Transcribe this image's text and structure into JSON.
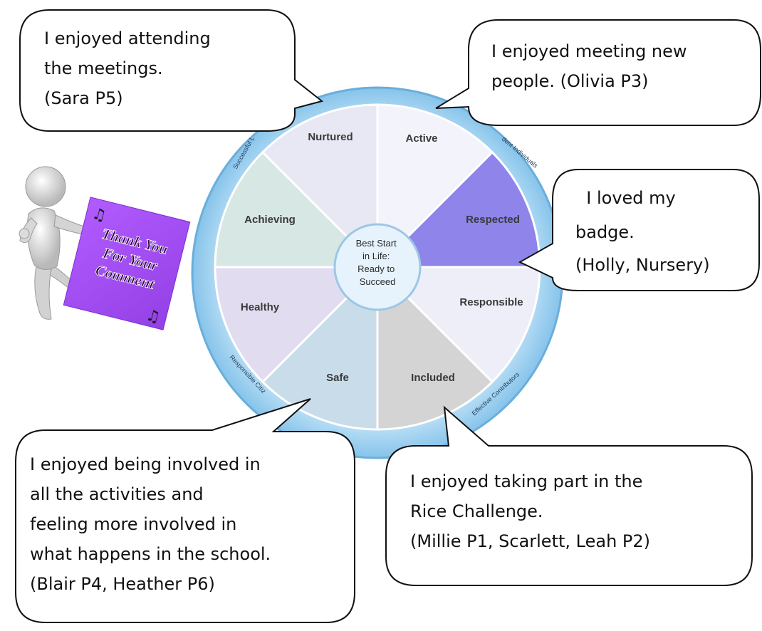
{
  "wheel": {
    "center_lines": [
      "Best Start",
      "in Life:",
      "Ready to",
      "Succeed"
    ],
    "segments": [
      "Active",
      "Respected",
      "Responsible",
      "Included",
      "Safe",
      "Healthy",
      "Achieving",
      "Nurtured"
    ],
    "ring_labels": [
      "Successful L",
      "dent Individuals",
      "Responsible Citiz",
      "Effective Contributors"
    ],
    "colors": {
      "ring": "#9fd0ee",
      "ring_edge": "#6aaedb",
      "divider": "#ffffff",
      "hub": "#e6f3fc",
      "segment_fills": [
        "#f3f3fb",
        "#8e84ea",
        "#eeeef8",
        "#d4d4d4",
        "#c9dcea",
        "#e2dcf1",
        "#d7e7e3",
        "#e8e8f4"
      ]
    }
  },
  "bubbles": [
    {
      "lines": [
        "I enjoyed attending",
        "the meetings.",
        "(Sara P5)"
      ]
    },
    {
      "lines": [
        "I enjoyed meeting new",
        "people. (Olivia P3)"
      ]
    },
    {
      "lines": [
        "  I loved my",
        "badge.",
        "(Holly, Nursery)"
      ]
    },
    {
      "lines": [
        "I enjoyed being involved in",
        "all the activities and",
        "feeling more involved in",
        "what happens in the school.",
        "(Blair P4, Heather P6)"
      ]
    },
    {
      "lines": [
        "I enjoyed taking part in the",
        "Rice Challenge.",
        "(Millie P1, Scarlett, Leah P2)"
      ]
    }
  ],
  "note": {
    "lines": [
      "Thank You",
      "For Your",
      "Comment"
    ],
    "color": "#a04ff0",
    "music_icon": "music-note-icon"
  }
}
